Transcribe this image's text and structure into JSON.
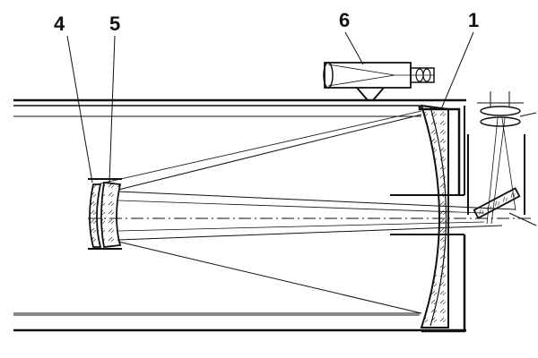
{
  "labels": {
    "label_4": "4",
    "label_5": "5",
    "label_6": "6",
    "label_1": "1"
  },
  "colors": {
    "ink": "#111111",
    "paper": "#ffffff"
  }
}
